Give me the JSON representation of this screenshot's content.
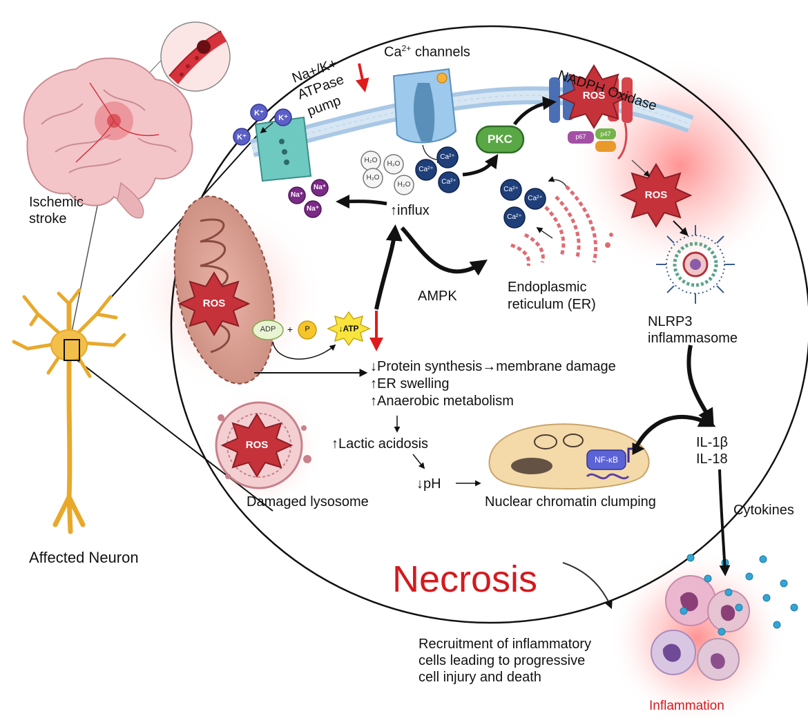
{
  "labels": {
    "ca_channels_base": "Ca",
    "ca_channels_sup": "2+",
    "ca_channels_rest": " channels",
    "nadph": "NADPH Oxidase",
    "pump_1": "Na+/K+",
    "pump_2": "ATPase",
    "pump_3": "pump",
    "ischemic_1": "Ischemic",
    "ischemic_2": "stroke",
    "influx": "↑influx",
    "ampk": "AMPK",
    "er_1": "Endoplasmic",
    "er_2": "reticulum (ER)",
    "nlrp3_1": "NLRP3",
    "nlrp3_2": "inflammasome",
    "effects": [
      "↓Protein synthesis→membrane damage",
      "↑ER swelling",
      "↑Anaerobic metabolism"
    ],
    "lactic": "↑Lactic acidosis",
    "ph": "↓pH",
    "damaged_lysosome": "Damaged lysosome",
    "chromatin": "Nuclear chromatin clumping",
    "il1b": "IL-1β",
    "il18": "IL-18",
    "cytokines": "Cytokines",
    "affected_neuron": "Affected Neuron",
    "necrosis": "Necrosis",
    "recruitment": [
      "Recruitment of inflammatory",
      "cells leading to progressive",
      "cell injury and death"
    ],
    "inflammation": "Inflammation"
  },
  "badges": {
    "ros": "ROS",
    "pkc": "PKC",
    "atp": "↓ATP",
    "adp": "ADP",
    "plus": "+",
    "p": "P",
    "nfkb": "NF-κB",
    "k": "K⁺",
    "na": "Na⁺",
    "ca": "Ca²⁺",
    "h2o": "H₂O",
    "p67": "p67",
    "p47": "p47"
  },
  "colors": {
    "necrosis": "#d31a1e",
    "ros": "#c6323a",
    "pkc": "#5aa845",
    "ca_ion": "#1f3f7a",
    "k_ion": "#5b5fc7",
    "na_ion": "#7b2a86",
    "neuron": "#f2bf4a"
  }
}
